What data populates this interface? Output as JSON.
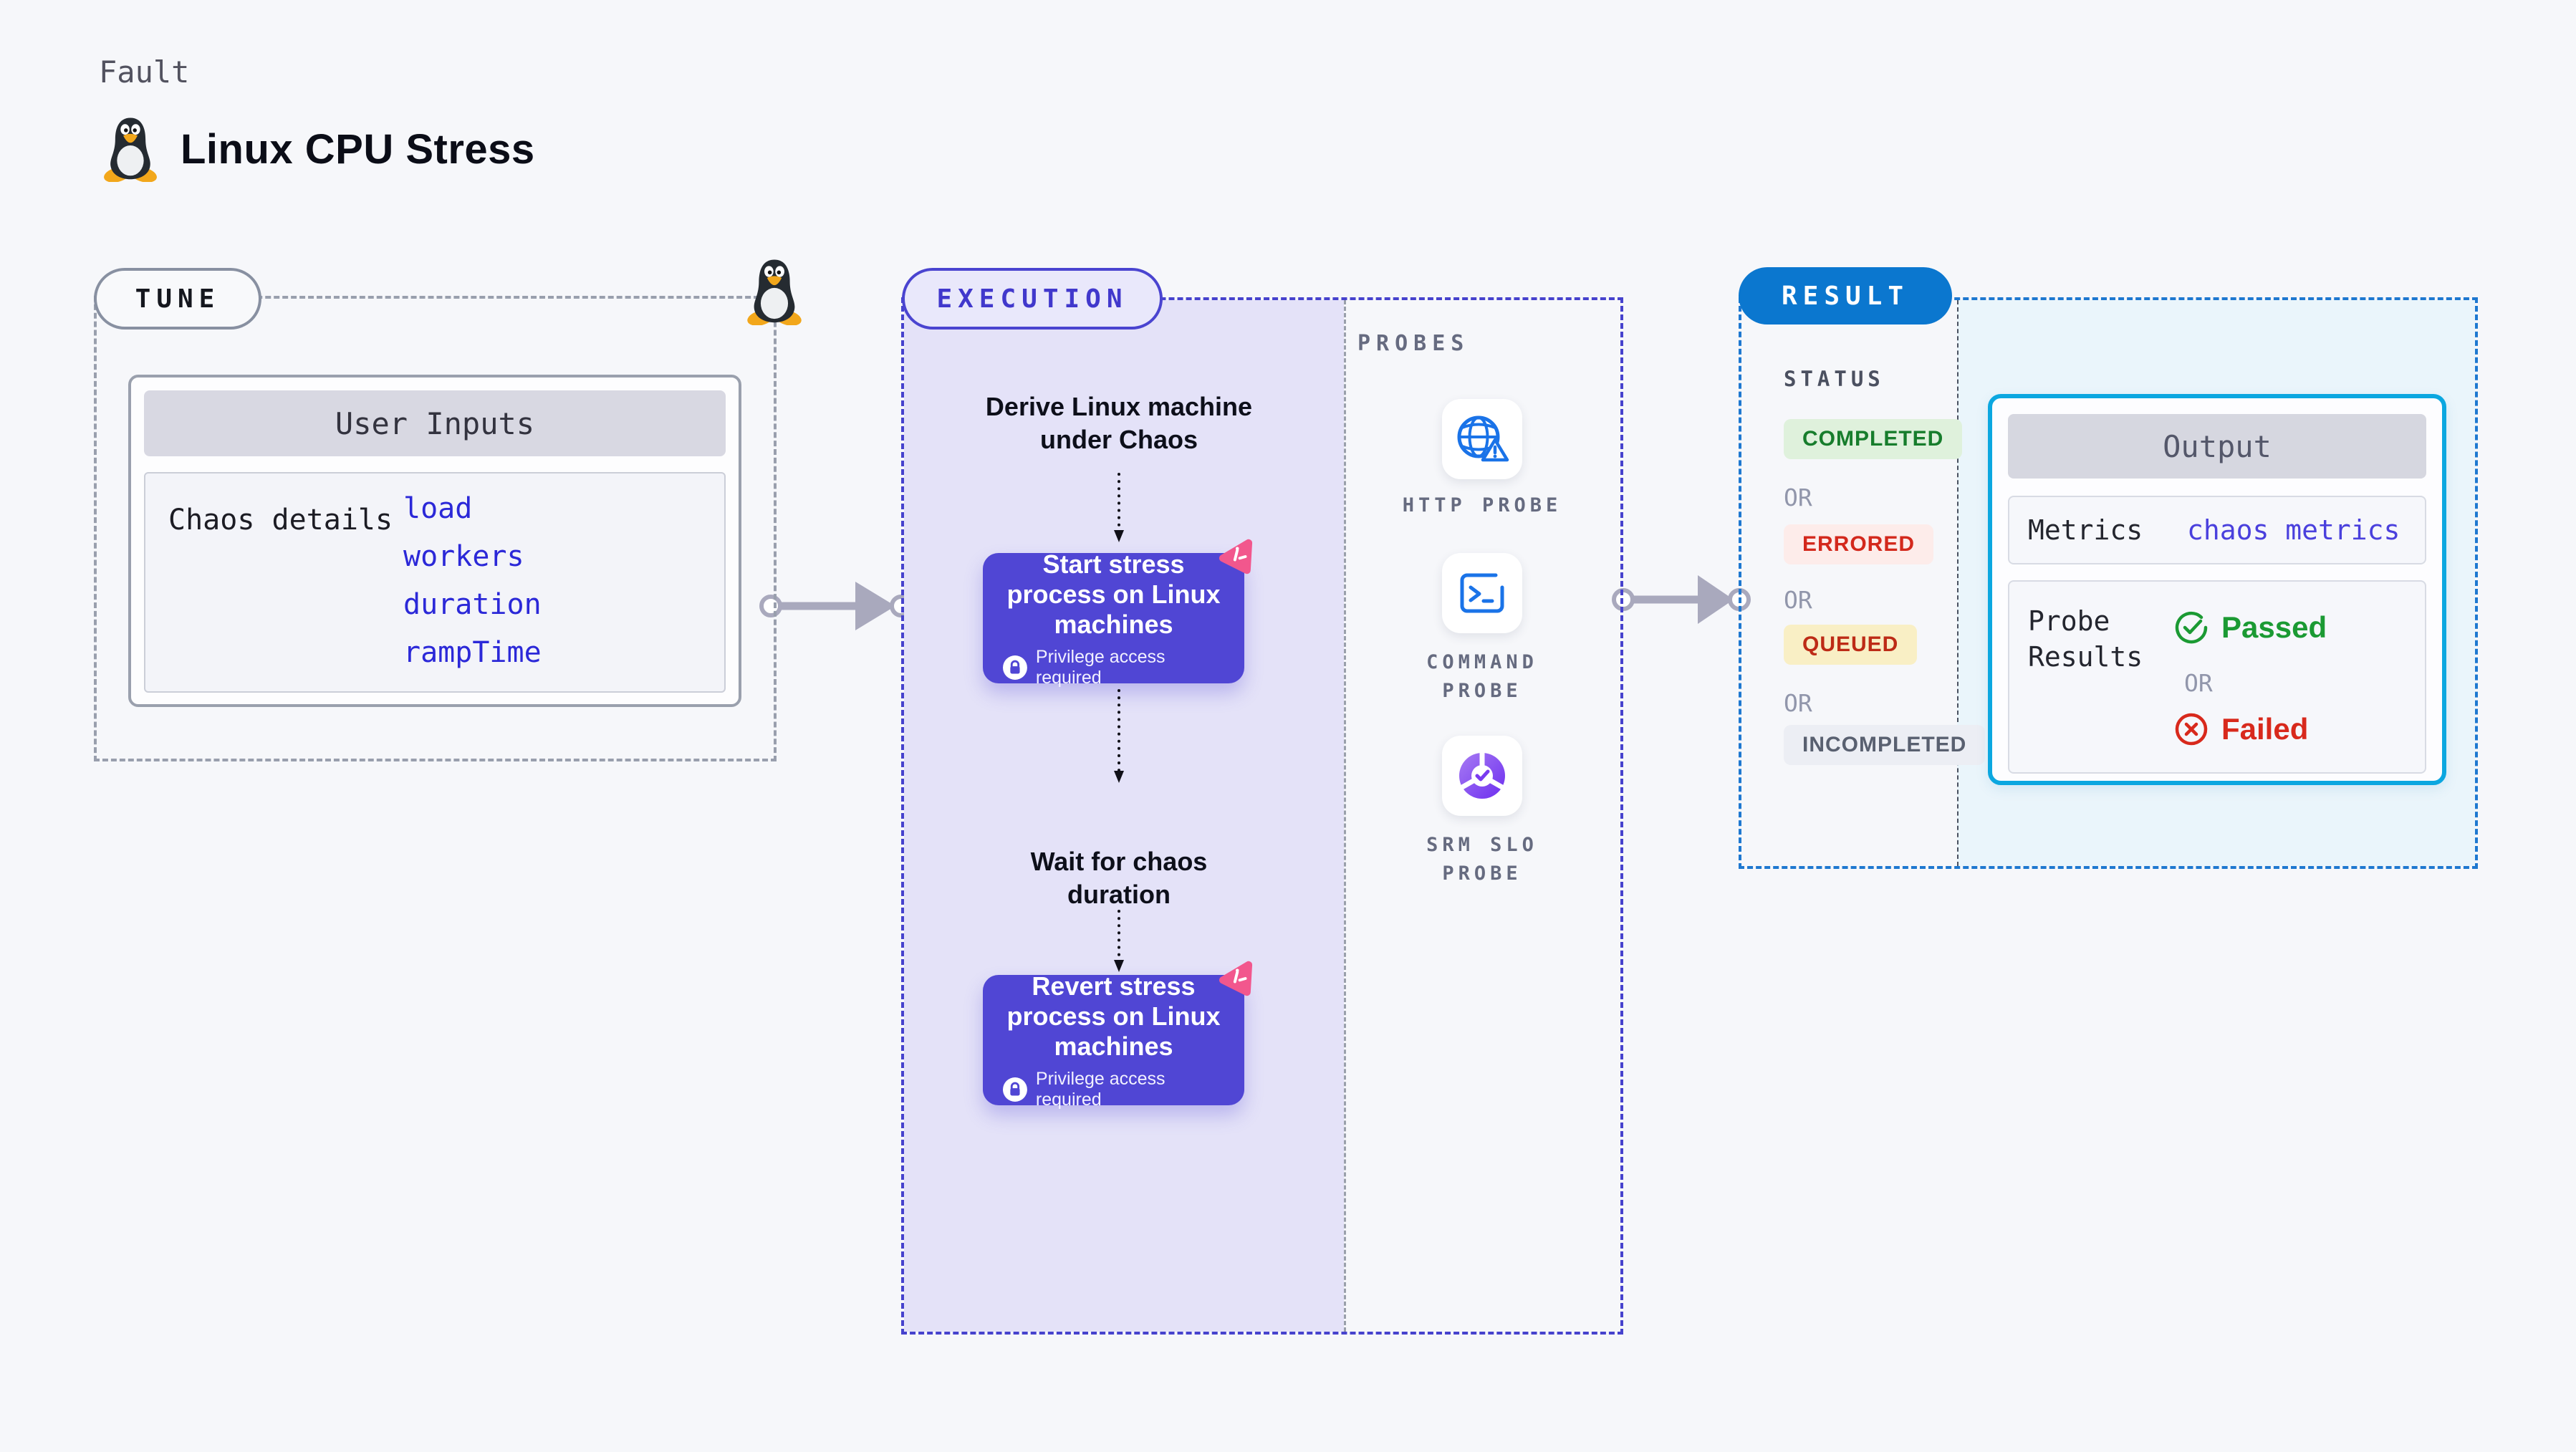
{
  "page": {
    "kind_label": "Fault",
    "title": "Linux CPU Stress"
  },
  "colors": {
    "background": "#f6f7fa",
    "tune_dash": "#999fad",
    "execution_dash": "#4642cd",
    "execution_fill": "#e4e2f8",
    "step_box": "#5046d4",
    "chaos_badge_pink": "#f2578d",
    "result_pill": "#0b77cf",
    "result_dash": "#1e78d0",
    "result_fill": "#eaf5fb",
    "output_border": "#0ba7e0",
    "param_link_blue": "#2b28d8",
    "probe_icon_blue": "#1a73e8",
    "passed_green": "#1b9a33",
    "failed_red": "#d8291c"
  },
  "tune": {
    "badge": "TUNE",
    "card_title": "User Inputs",
    "row_label": "Chaos details",
    "params": [
      "load",
      "workers",
      "duration",
      "rampTime"
    ]
  },
  "execution": {
    "badge": "EXECUTION",
    "derive_step": "Derive Linux machine under Chaos",
    "start_step": "Start stress process on Linux machines",
    "wait_step": "Wait for chaos duration",
    "revert_step": "Revert stress process on Linux machines",
    "privilege_note": "Privilege access required"
  },
  "probes": {
    "label": "PROBES",
    "items": [
      {
        "label": "HTTP PROBE",
        "icon": "globe-alert-icon"
      },
      {
        "label": "COMMAND PROBE",
        "icon": "terminal-icon"
      },
      {
        "label": "SRM SLO PROBE",
        "icon": "slo-donut-icon"
      }
    ]
  },
  "result": {
    "badge": "RESULT",
    "status_label": "STATUS",
    "or_label": "OR",
    "statuses": [
      {
        "label": "COMPLETED",
        "fg": "#177d2c",
        "bg": "#dff1dc"
      },
      {
        "label": "ERRORED",
        "fg": "#d3281c",
        "bg": "#fdecea"
      },
      {
        "label": "QUEUED",
        "fg": "#bd2b16",
        "bg": "#f9efc5"
      },
      {
        "label": "INCOMPLETED",
        "fg": "#596070",
        "bg": "#eceef4"
      }
    ],
    "output": {
      "title": "Output",
      "metrics_label": "Metrics",
      "metrics_value": "chaos metrics",
      "probe_results_label": "Probe Results",
      "passed": "Passed",
      "failed": "Failed"
    }
  }
}
